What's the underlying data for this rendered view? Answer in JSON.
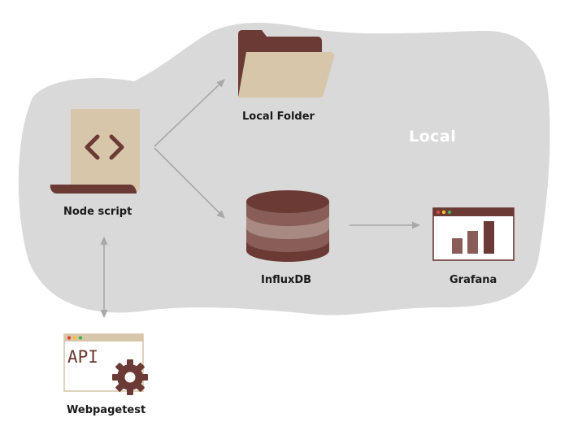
{
  "region": {
    "label": "Local"
  },
  "nodes": {
    "node_script": {
      "label": "Node script",
      "icon": "code-document-icon"
    },
    "local_folder": {
      "label": "Local Folder",
      "icon": "folder-icon"
    },
    "influxdb": {
      "label": "InfluxDB",
      "icon": "database-icon"
    },
    "grafana": {
      "label": "Grafana",
      "icon": "bar-chart-window-icon"
    },
    "webpagetest": {
      "label": "Webpagetest",
      "icon": "api-window-gear-icon",
      "window_text": "API"
    }
  },
  "colors": {
    "region_fill": "#d9d9d9",
    "dark": "#6b3a35",
    "medium": "#8a5e58",
    "light": "#a98a83",
    "beige": "#d7c6aa",
    "arrow": "#a8a8a8",
    "dot_red": "#e0463c",
    "dot_yellow": "#f2c230",
    "dot_green": "#4caf50"
  }
}
